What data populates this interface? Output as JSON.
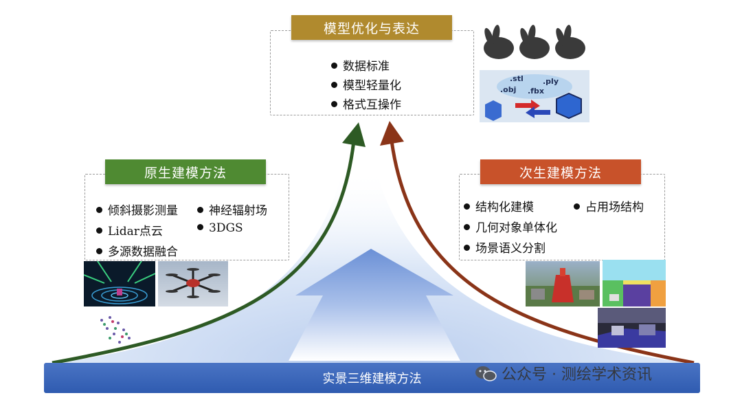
{
  "top": {
    "title": "模型优化与表达",
    "items": [
      "数据标准",
      "模型轻量化",
      "格式互操作"
    ],
    "formats": [
      ".stl",
      ".ply",
      ".obj",
      ".fbx"
    ],
    "color": "#b08a2e"
  },
  "left": {
    "title": "原生建模方法",
    "items": [
      "倾斜摄影测量",
      "神经辐射场",
      "Lidar点云",
      "3DGS",
      "多源数据融合"
    ],
    "color": "#4f8a32"
  },
  "right": {
    "title": "次生建模方法",
    "items": [
      "结构化建模",
      "占用场结构",
      "几何对象单体化",
      "场景语义分割"
    ],
    "color": "#c8522a"
  },
  "base": {
    "title": "实景三维建模方法",
    "color": "#3a65b9"
  },
  "watermark": {
    "text": "公众号 · 测绘学术资讯",
    "icon": "wechat-icon"
  },
  "colors": {
    "green_arrow": "#2d5a24",
    "red_arrow": "#8a3418",
    "center_arrow": "#6a8fd4"
  }
}
